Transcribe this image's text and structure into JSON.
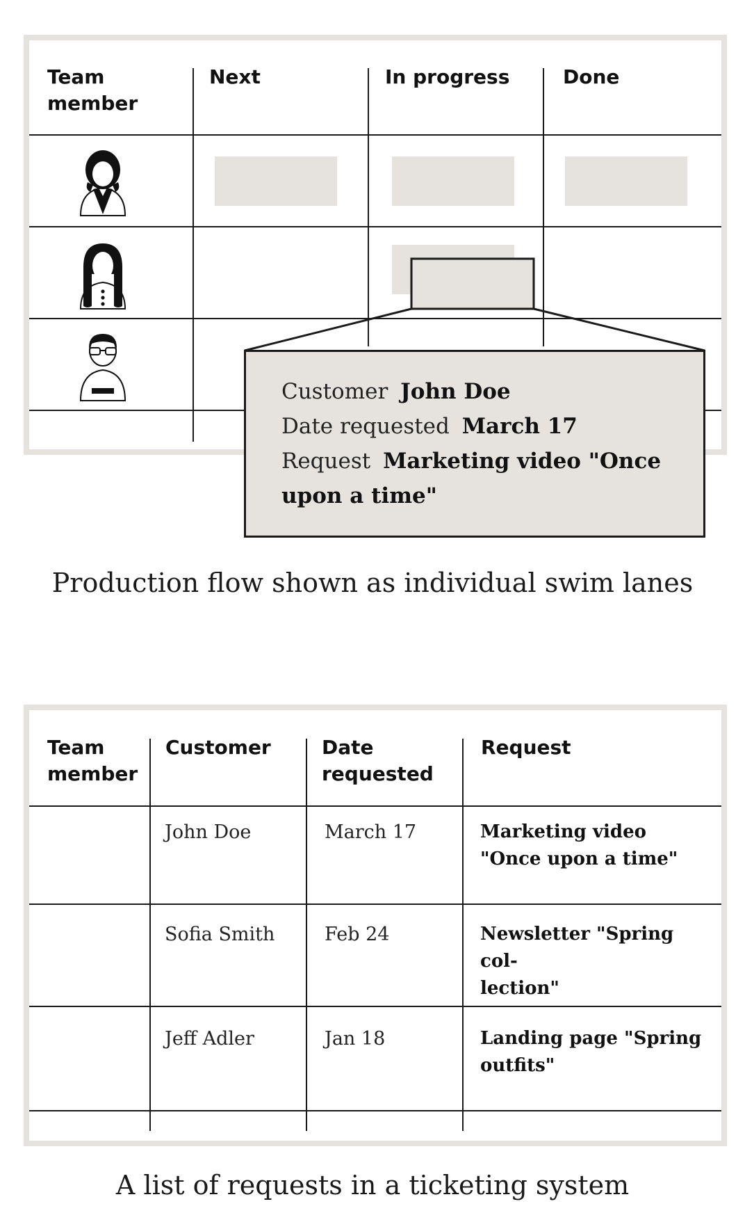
{
  "board": {
    "headers": [
      "Team\nmember",
      "Next",
      "In progress",
      "Done"
    ],
    "avatars": [
      "woman-short-hair-icon",
      "woman-long-hair-icon",
      "man-glasses-icon"
    ],
    "callout": {
      "customer_label": "Customer",
      "customer_value": "John Doe",
      "date_label": "Date requested",
      "date_value": "March 17",
      "request_label": "Request",
      "request_value": "Marketing video \"Once upon a time\""
    },
    "caption": "Production flow shown as individual swim lanes"
  },
  "list": {
    "headers": [
      "Team\nmember",
      "Customer",
      "Date\nrequested",
      "Request"
    ],
    "rows": [
      {
        "customer": "John Doe",
        "date": "March 17",
        "request": "Marketing video \"Once upon a time\""
      },
      {
        "customer": "Sofia Smith",
        "date": "Feb 24",
        "request": "Newsletter \"Spring col-\nlection\""
      },
      {
        "customer": "Jeff Adler",
        "date": "Jan 18",
        "request": "Landing page \"Spring outfits\""
      }
    ],
    "caption": "A list of requests in a ticketing system"
  },
  "colors": {
    "card": "#e6e3de",
    "frame": "#e6e3de",
    "line": "#1a1a1a"
  }
}
